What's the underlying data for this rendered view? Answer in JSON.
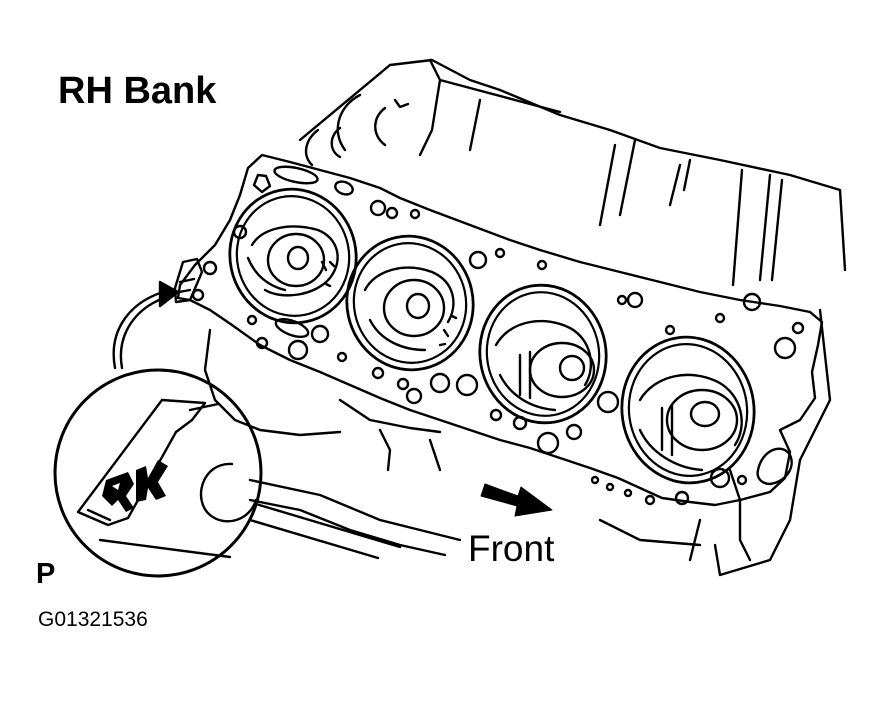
{
  "title": "RH Bank",
  "front_label": "Front",
  "detail_label": "P",
  "figure_id": "G01321536",
  "stamp_text": "RK"
}
